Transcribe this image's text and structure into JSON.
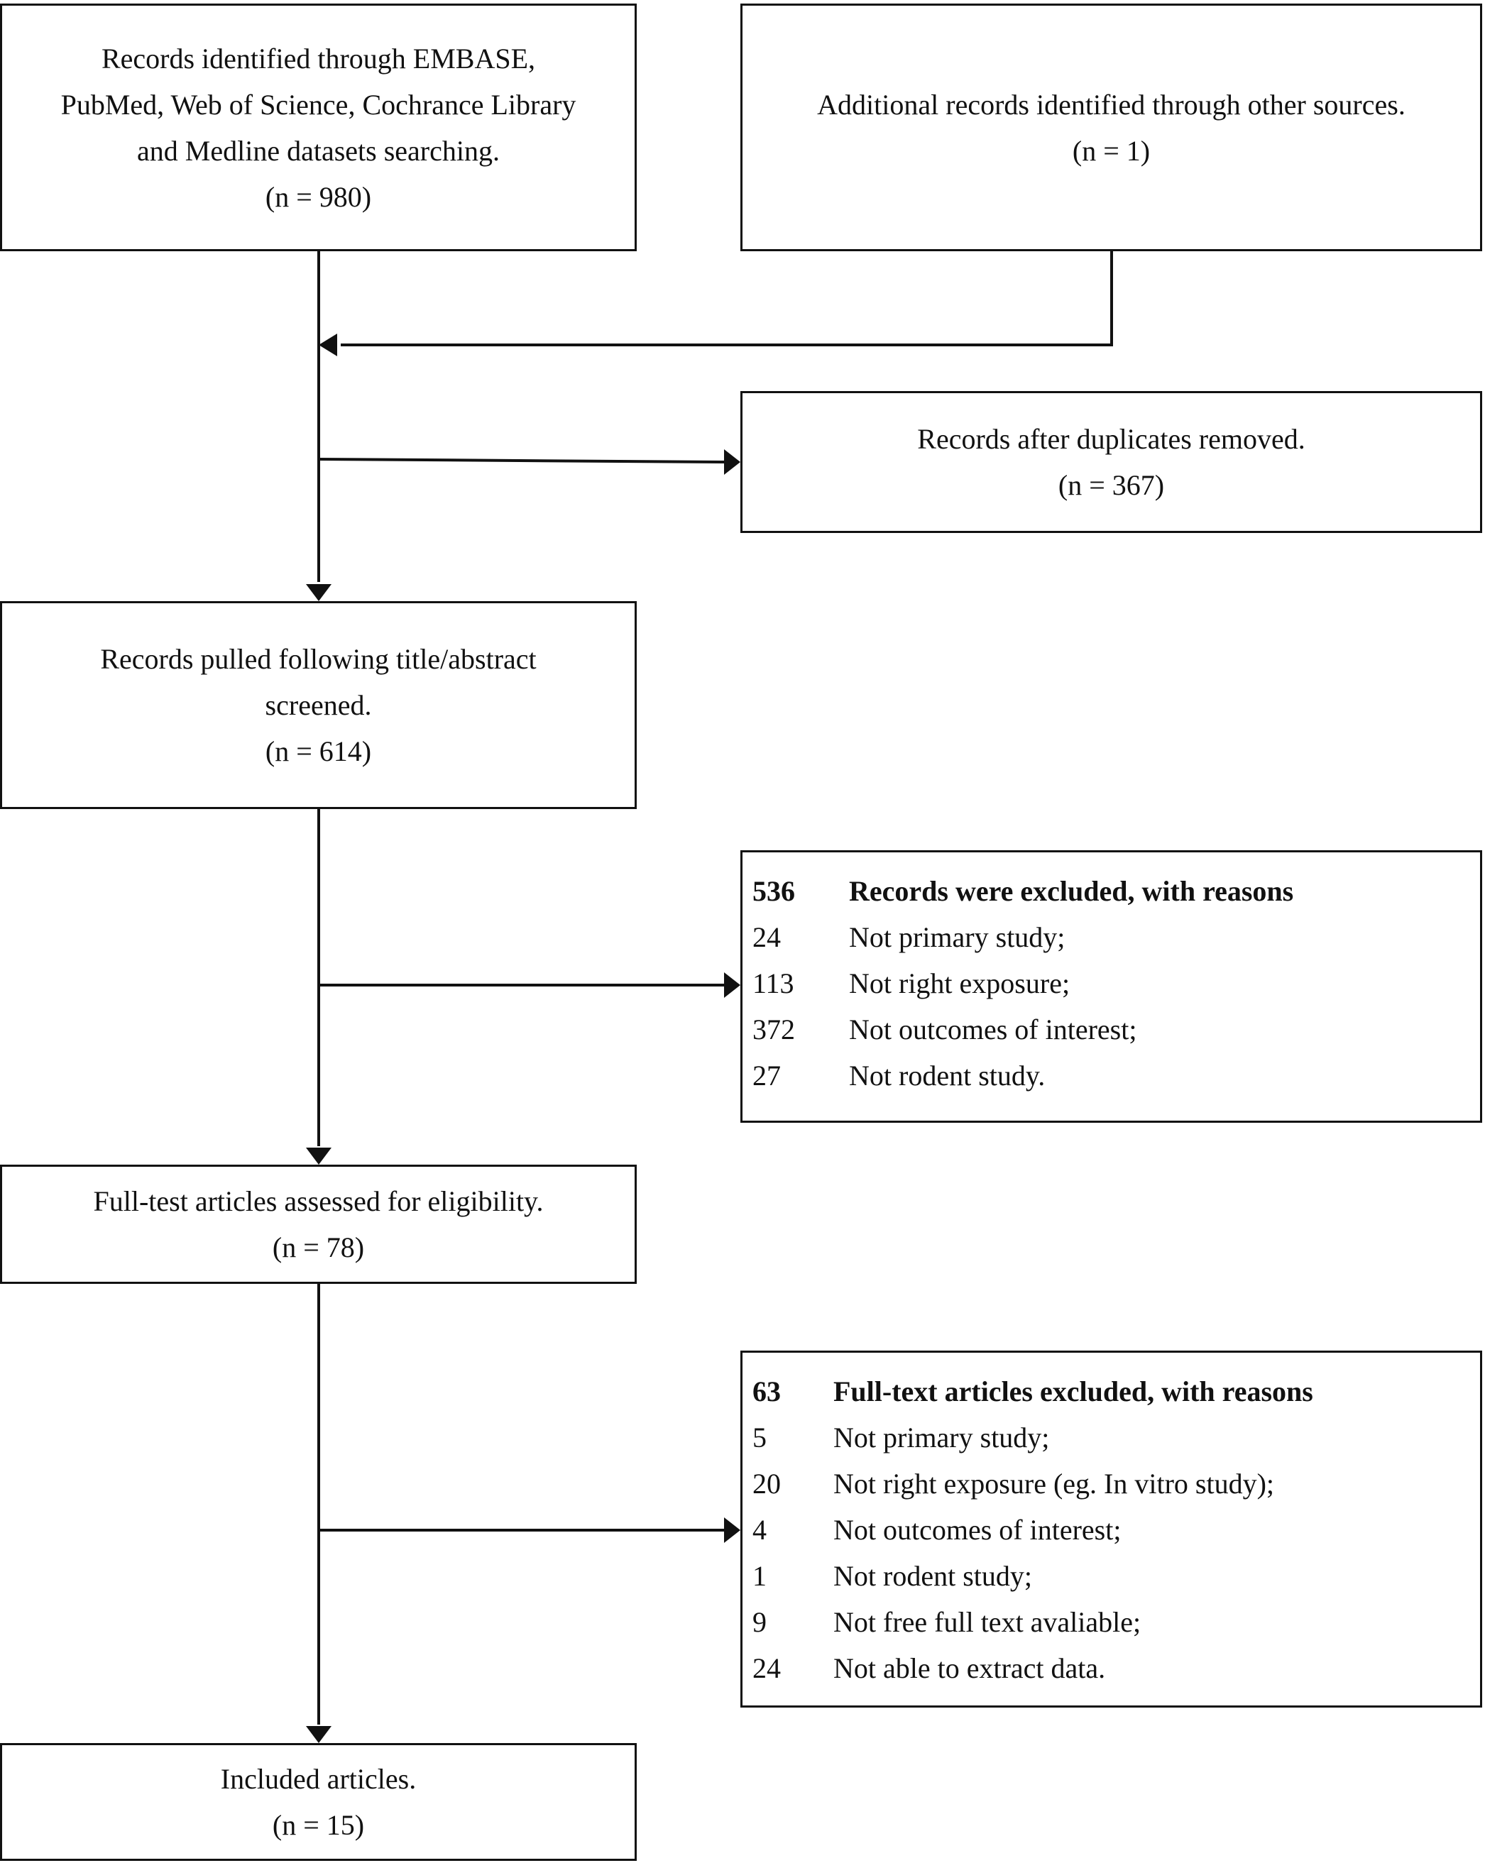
{
  "nodes": {
    "identified": {
      "lines": [
        "Records identified through EMBASE,",
        "PubMed, Web of Science, Cochrance Library",
        "and Medline datasets searching.",
        "(n = 980)"
      ]
    },
    "additional": {
      "lines": [
        "Additional records identified through other sources.",
        "(n = 1)"
      ]
    },
    "duplicates_removed": {
      "lines": [
        "Records after duplicates removed.",
        "(n = 367)"
      ]
    },
    "screened": {
      "lines": [
        "Records pulled following title/abstract",
        "screened.",
        "(n = 614)"
      ]
    },
    "excluded_records": {
      "header": {
        "num": "536",
        "text": "Records were excluded, with reasons"
      },
      "rows": [
        {
          "num": "24",
          "text": "Not primary study;"
        },
        {
          "num": "113",
          "text": "Not right exposure;"
        },
        {
          "num": "372",
          "text": "Not outcomes of interest;"
        },
        {
          "num": "27",
          "text": "Not rodent study."
        }
      ]
    },
    "full_text": {
      "lines": [
        "Full-test articles assessed for eligibility.",
        "(n = 78)"
      ]
    },
    "excluded_full_text": {
      "header": {
        "num": "63",
        "text": "Full-text articles excluded, with reasons"
      },
      "rows": [
        {
          "num": "5",
          "text": "Not primary study;"
        },
        {
          "num": "20",
          "text": "Not right exposure (eg. In vitro study);"
        },
        {
          "num": "4",
          "text": "Not outcomes of interest;"
        },
        {
          "num": "1",
          "text": "Not rodent study;"
        },
        {
          "num": "9",
          "text": "Not free full text avaliable;"
        },
        {
          "num": "24",
          "text": "Not able to extract data."
        }
      ]
    },
    "included": {
      "lines": [
        "Included articles.",
        "(n = 15)"
      ]
    }
  },
  "colors": {
    "stroke": "#111111",
    "background": "#ffffff"
  }
}
